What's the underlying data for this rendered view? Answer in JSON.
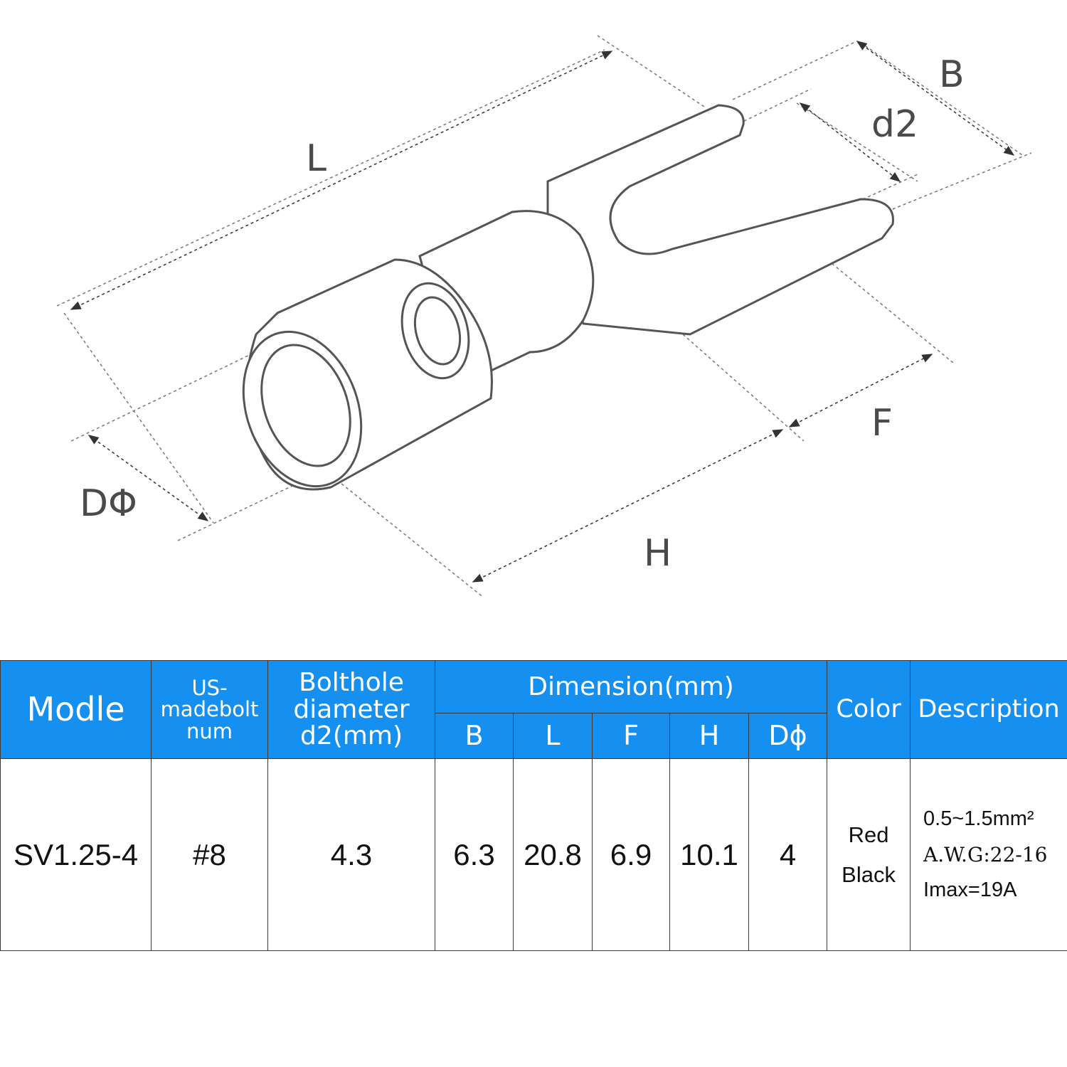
{
  "diagram": {
    "labels": {
      "L": "L",
      "B": "B",
      "d2": "d2",
      "F": "F",
      "D": "DΦ",
      "H": "H"
    }
  },
  "table": {
    "headers": {
      "model": "Modle",
      "us_bolt_1": "US-",
      "us_bolt_2": "madebolt",
      "us_bolt_3": "num",
      "bolthole_1": "Bolthole",
      "bolthole_2": "diameter",
      "bolthole_3": "d2(mm)",
      "dimension": "Dimension(mm)",
      "dim_cols": [
        "B",
        "L",
        "F",
        "H",
        "Dϕ"
      ],
      "color": "Color",
      "description": "Description"
    },
    "row": {
      "model": "SV1.25-4",
      "us_bolt": "#8",
      "bolthole": "4.3",
      "B": "6.3",
      "L": "20.8",
      "F": "6.9",
      "H": "10.1",
      "D": "4",
      "color_1": "Red",
      "color_2": "Black",
      "desc_1": "0.5~1.5mm²",
      "desc_2": "A.W.G:22-16",
      "desc_3": "Imax=19A"
    }
  },
  "colors": {
    "header_bg": "#1690f0",
    "header_text": "#ffffff",
    "line": "#3a3a3a"
  }
}
